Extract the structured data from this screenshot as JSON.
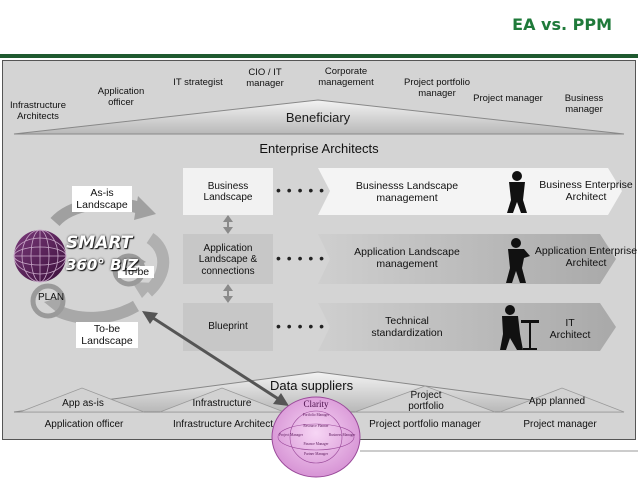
{
  "slide_title": "EA vs. PPM",
  "beneficiary": {
    "title": "Beneficiary",
    "roles": [
      "Infrastructure Architects",
      "Application officer",
      "IT strategist",
      "CIO / IT manager",
      "Corporate management",
      "Project portfolio manager",
      "Project manager",
      "Business manager"
    ]
  },
  "enterprise_architects": {
    "title": "Enterprise Architects",
    "rows": [
      {
        "box": "Business Landscape",
        "arrow": "Businesss Landscape management",
        "architect": "Business Enterprise Architect"
      },
      {
        "box": "Application Landscape & connections",
        "arrow": "Application Landscape management",
        "architect": "Application Enterprise Architect"
      },
      {
        "box": "Blueprint",
        "arrow": "Technical standardization",
        "architect": "IT Architect"
      }
    ]
  },
  "cycle": {
    "as_is": "As-is Landscape",
    "to_be_landscape": "To-be Landscape",
    "to_be": "To-be",
    "plan": "PLAN"
  },
  "logo": {
    "line1": "SMART",
    "line2": "360° BIZ"
  },
  "data_suppliers": {
    "title": "Data suppliers",
    "headers": [
      "App as-is",
      "Infrastructure",
      "Project portfolio",
      "App planned"
    ],
    "roles": [
      "Application officer",
      "Infrastructure Architect",
      "Project portfolio manager",
      "Project manager"
    ]
  },
  "clarity": {
    "title": "Clarity",
    "items": [
      "Portfolio Manager",
      "Resource Planner",
      "Project Manager",
      "Business Manager",
      "Finance Manager",
      "Partner Manager"
    ]
  }
}
